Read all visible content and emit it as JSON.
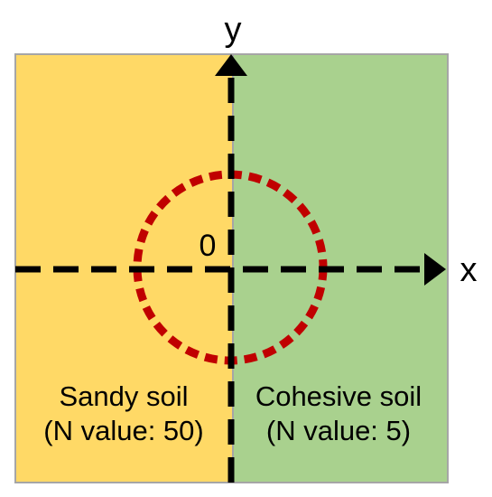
{
  "axes": {
    "x_label": "x",
    "y_label": "y",
    "origin_label": "0"
  },
  "regions": {
    "left": {
      "name": "Sandy soil",
      "detail": "(N value: 50)",
      "color": "#FFD966"
    },
    "right": {
      "name": "Cohesive soil",
      "detail": "(N value: 5)",
      "color": "#A9D18E"
    }
  },
  "colors": {
    "border": "#A6A6A6",
    "axis": "#000000",
    "circle": "#C00000"
  },
  "icons": {
    "x_axis_arrow": "arrowhead-right-icon",
    "y_axis_arrow": "arrowhead-up-icon"
  }
}
